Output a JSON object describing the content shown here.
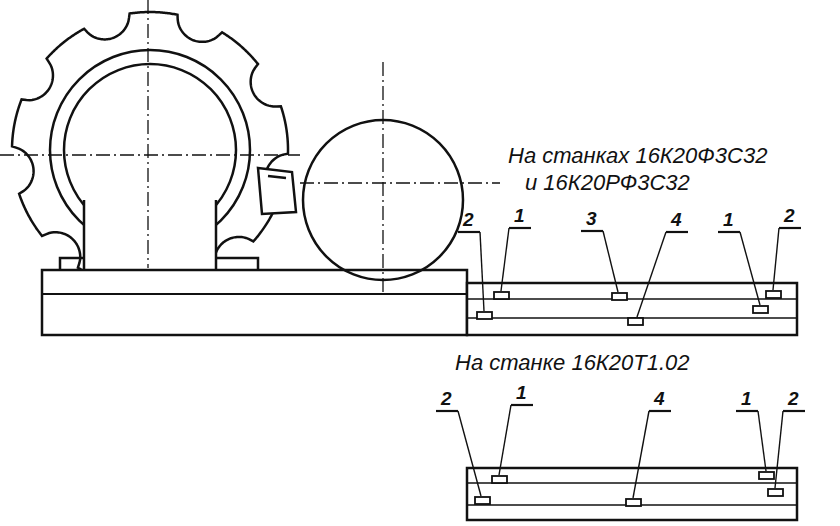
{
  "diagram": {
    "labels": [
      "На станках 16К20Ф3С32",
      "и 16К20РФ3С32",
      "На станке 16К20Т1.02",
      "2",
      "1",
      "3",
      "4",
      "1",
      "2",
      "2",
      "1",
      "4",
      "1",
      "2"
    ]
  }
}
